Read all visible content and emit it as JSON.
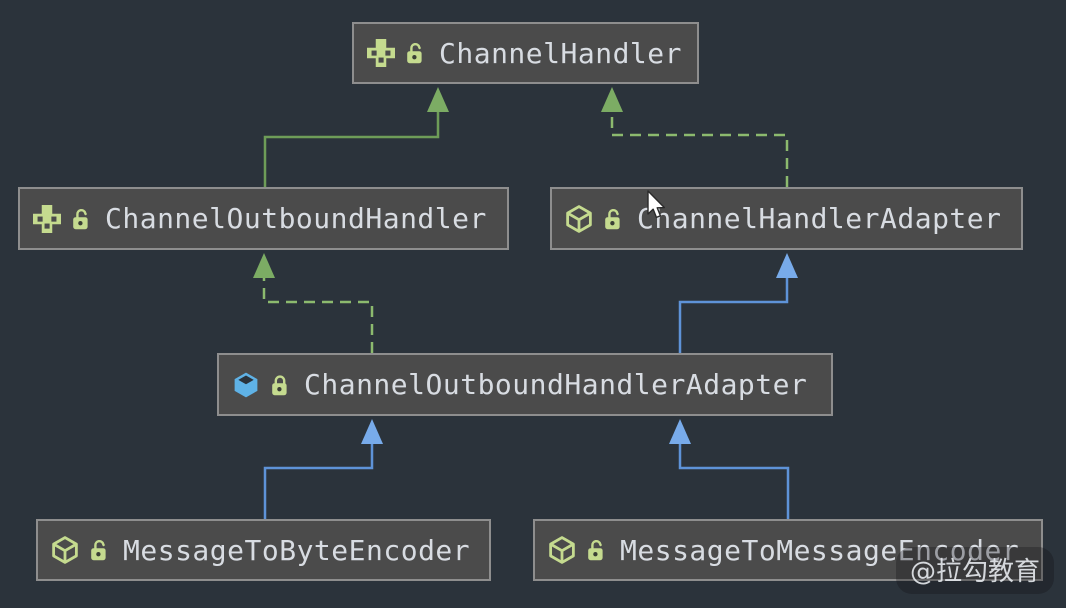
{
  "diagram": {
    "app": "IDE UML class diagram",
    "watermark": "@拉勾教育",
    "nodes": [
      {
        "label": "ChannelHandler",
        "type": "interface",
        "type_icon": "interface-icon",
        "lock": "open"
      },
      {
        "label": "ChannelOutboundHandler",
        "type": "interface",
        "type_icon": "interface-icon",
        "lock": "open"
      },
      {
        "label": "ChannelHandlerAdapter",
        "type": "class",
        "type_icon": "class-cube-icon",
        "lock": "open"
      },
      {
        "label": "ChannelOutboundHandlerAdapter",
        "type": "class",
        "type_icon": "class-cube-filled-icon",
        "lock": "closed"
      },
      {
        "label": "MessageToByteEncoder",
        "type": "class",
        "type_icon": "class-cube-icon",
        "lock": "open"
      },
      {
        "label": "MessageToMessageEncoder",
        "type": "class",
        "type_icon": "class-cube-icon",
        "lock": "open"
      }
    ],
    "edges": [
      {
        "from": "ChannelOutboundHandler",
        "to": "ChannelHandler",
        "relation": "extends",
        "style": "solid",
        "color": "#6e9d58"
      },
      {
        "from": "ChannelHandlerAdapter",
        "to": "ChannelHandler",
        "relation": "implements",
        "style": "dashed",
        "color": "#8cba6e"
      },
      {
        "from": "ChannelOutboundHandlerAdapter",
        "to": "ChannelOutboundHandler",
        "relation": "implements",
        "style": "dashed",
        "color": "#8cba6e"
      },
      {
        "from": "ChannelOutboundHandlerAdapter",
        "to": "ChannelHandlerAdapter",
        "relation": "extends",
        "style": "solid",
        "color": "#5e93d8"
      },
      {
        "from": "MessageToByteEncoder",
        "to": "ChannelOutboundHandlerAdapter",
        "relation": "extends",
        "style": "solid",
        "color": "#5e93d8"
      },
      {
        "from": "MessageToMessageEncoder",
        "to": "ChannelOutboundHandlerAdapter",
        "relation": "extends",
        "style": "solid",
        "color": "#5e93d8"
      }
    ],
    "colors": {
      "canvas_background": "#2b333b",
      "node_background": "#4b4b4b",
      "node_border": "#8e8e8e",
      "node_text": "#d8dce2",
      "icon_green": "#c5db8f",
      "arrow_green_solid": "#6e9d58",
      "arrow_green_dashed": "#8cba6e",
      "arrow_green_head": "#7cac64",
      "arrow_blue": "#5e93d8",
      "arrow_blue_head": "#78abea",
      "cube_blue_fill": "#5fb2e6"
    }
  }
}
